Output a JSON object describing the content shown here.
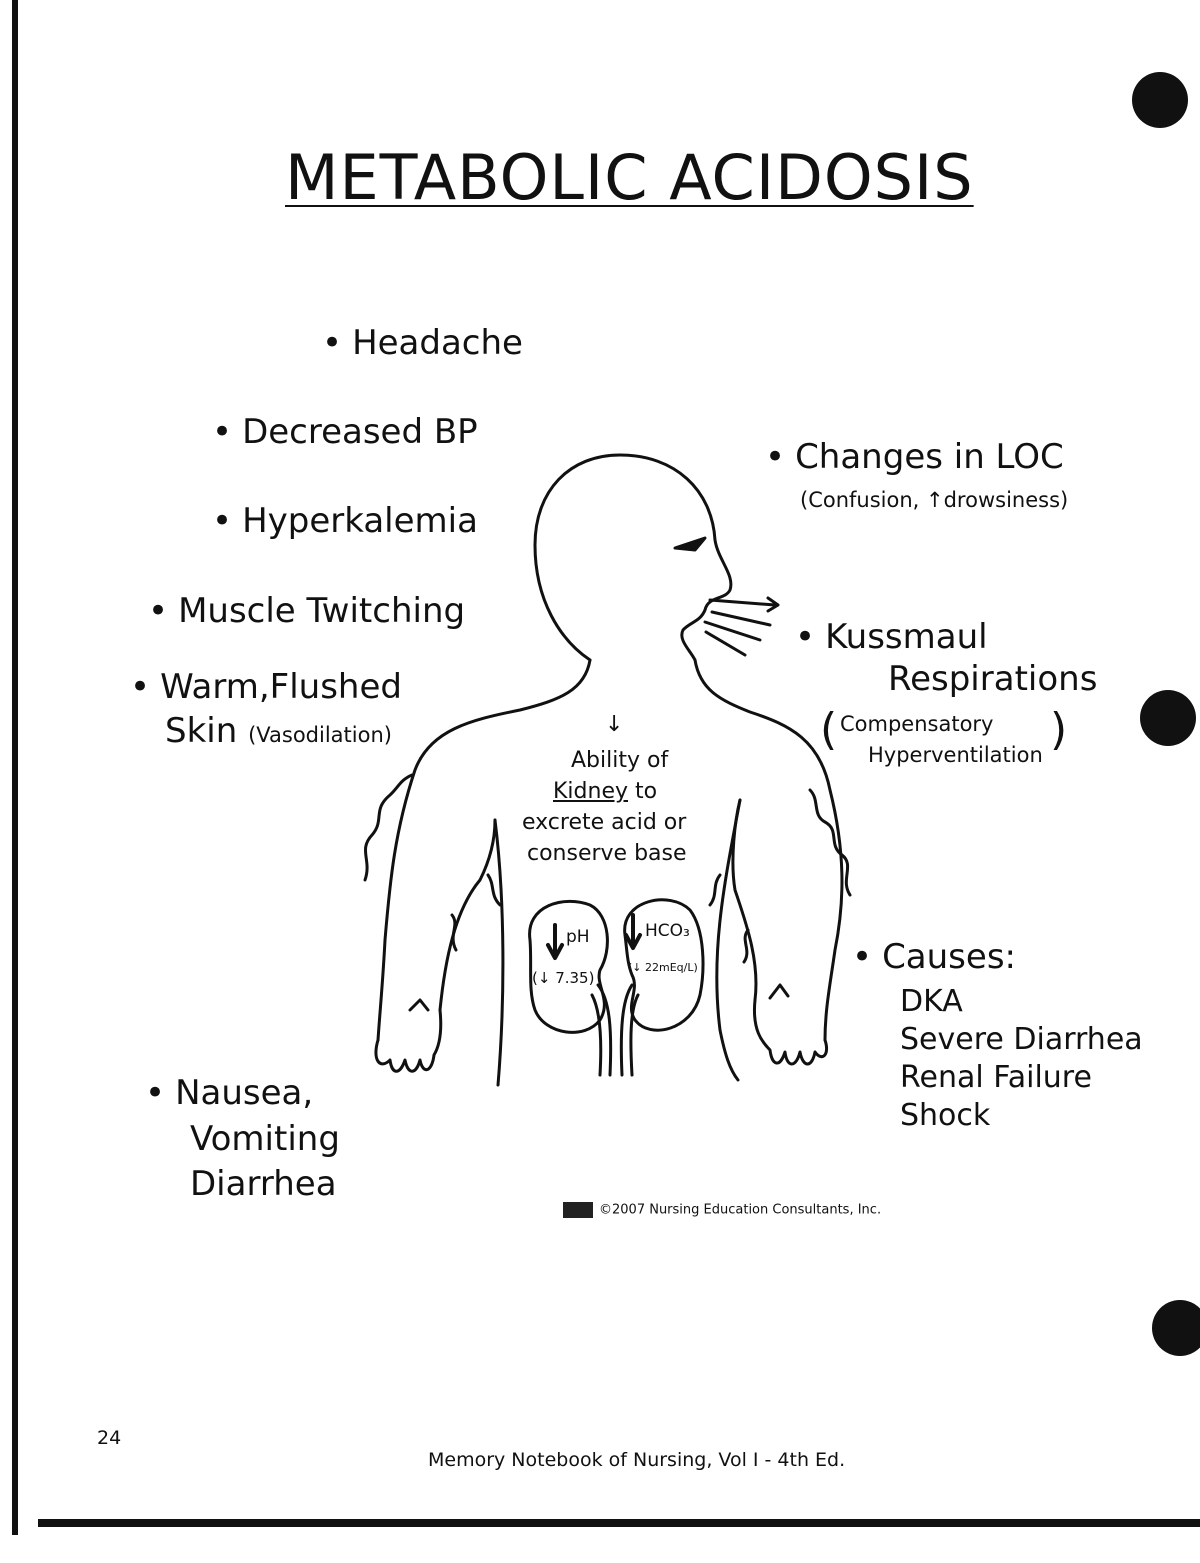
{
  "title": "METABOLIC ACIDOSIS",
  "left_symptoms": {
    "headache": "Headache",
    "decreased_bp": "Decreased BP",
    "hyperkalemia": "Hyperkalemia",
    "muscle_twitching": "Muscle Twitching",
    "warm_flushed": "Warm,Flushed",
    "skin": "Skin",
    "vasodilation": "(Vasodilation)",
    "nausea": "Nausea,",
    "vomiting": "Vomiting",
    "diarrhea": "Diarrhea"
  },
  "right_symptoms": {
    "loc": "Changes in LOC",
    "loc_detail": "(Confusion, ↑drowsiness)",
    "kussmaul": "Kussmaul",
    "respirations": "Respirations",
    "compensatory": "Compensatory",
    "hyperventilation": "Hyperventilation"
  },
  "kidney_note": {
    "arrow": "↓",
    "line1": "Ability of",
    "kidney": "Kidney",
    "line2_rest": " to",
    "line3": "excrete acid or",
    "line4": "conserve base"
  },
  "kidneys": {
    "ph_label": "pH",
    "ph_value": "(↓ 7.35)",
    "hco3_label": "HCO₃",
    "hco3_value": "(↓ 22mEq/L)"
  },
  "causes": {
    "header": "Causes:",
    "items": [
      "DKA",
      "Severe Diarrhea",
      "Renal Failure",
      "Shock"
    ]
  },
  "copyright": "©2007 Nursing Education Consultants, Inc.",
  "page_number": "24",
  "footer": "Memory Notebook of Nursing, Vol I - 4th Ed."
}
